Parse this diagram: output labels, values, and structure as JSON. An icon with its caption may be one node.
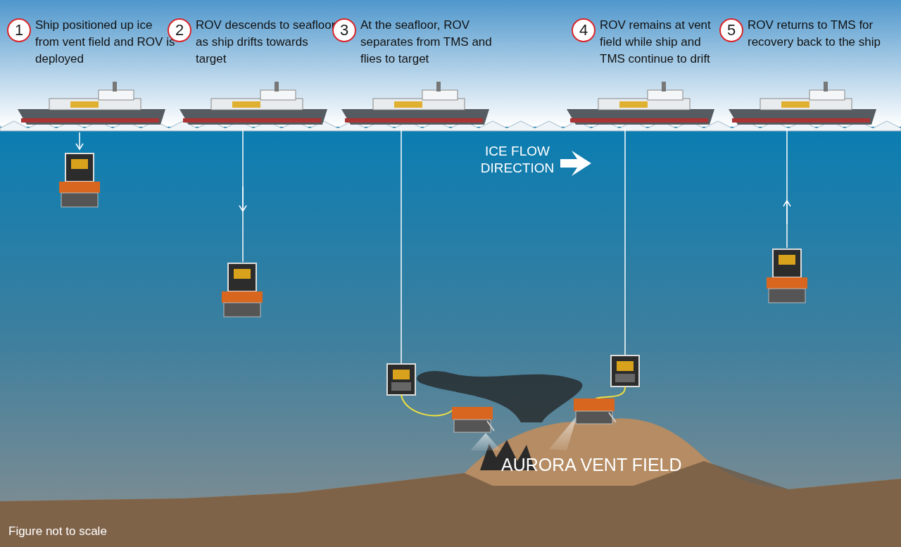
{
  "diagram": {
    "nodes": [
      {
        "text": [
          "1"
        ],
        "beside": [
          "Ship positioned up ice from vent field and ROV is deployed"
        ]
      },
      {
        "text": [
          "2"
        ],
        "beside": [
          "ROV descends to seafloor as ship drifts towards target"
        ]
      },
      {
        "text": [
          "3"
        ],
        "beside": [
          "At the seafloor, ROV separates from TMS and flies to target"
        ]
      },
      {
        "text": [
          "4"
        ],
        "beside": [
          "ROV remains at vent field while ship and TMS continue to drift"
        ]
      },
      {
        "text": [
          "5"
        ],
        "beside": [
          "ROV returns to TMS for recovery back to the ship"
        ]
      }
    ],
    "labels": [
      "ICE FLOW DIRECTION",
      "AURORA VENT FIELD",
      "Figure not to scale"
    ]
  }
}
